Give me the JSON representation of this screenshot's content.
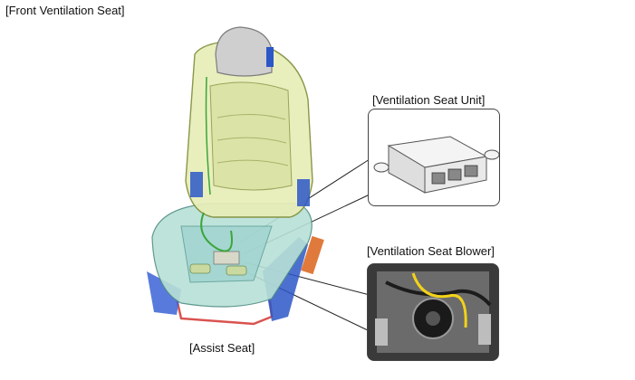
{
  "labels": {
    "main_title": "[Front Ventilation Seat]",
    "unit": "[Ventilation Seat Unit]",
    "blower": "[Ventilation Seat Blower]",
    "assist": "[Assist Seat]"
  },
  "colors": {
    "seat_shell": "#e8edb8",
    "seat_outline": "#7f8f3a",
    "frame_blue": "#2b57c8",
    "harness_green": "#3aa63a",
    "rail_red": "#d9534f",
    "cushion_cyan": "#9fd3cf",
    "headrest_gray": "#c9c9c9",
    "blower_wire": "#f2d21a"
  }
}
